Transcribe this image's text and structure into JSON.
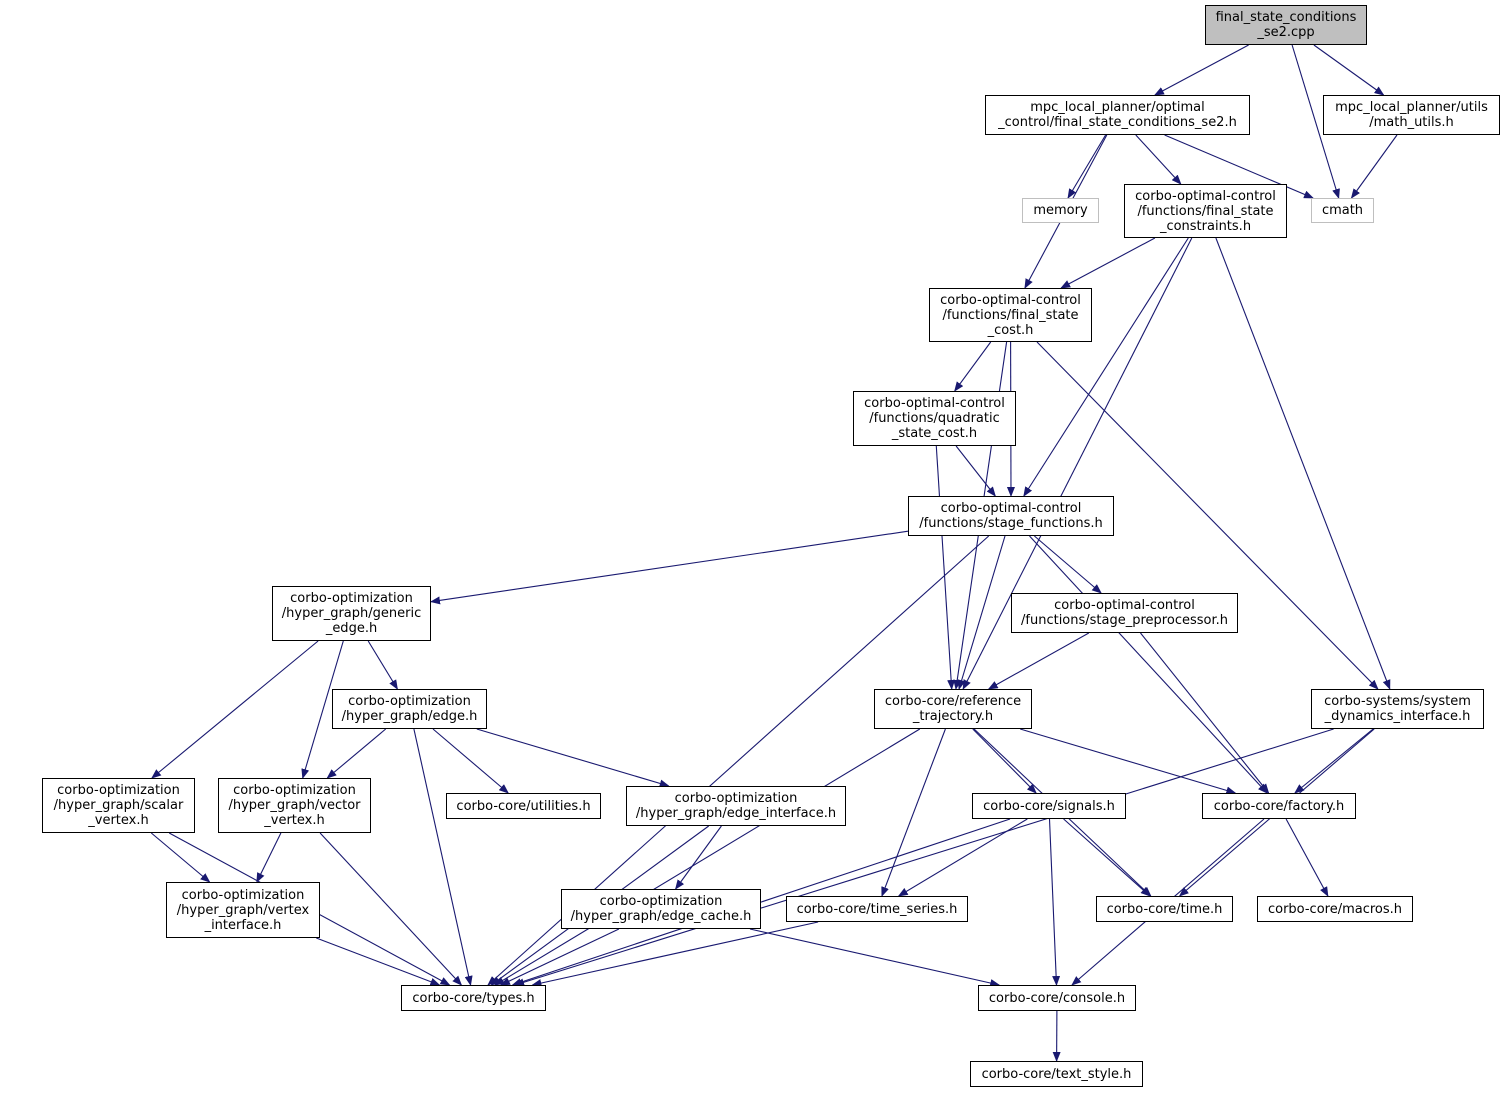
{
  "colors": {
    "edge": "#191970",
    "border": "#000000",
    "root_fill": "#bfbfbf",
    "system_border": "#bfbfbf"
  },
  "nodes": [
    {
      "id": "n_root",
      "type": "root",
      "lines": [
        "final_state_conditions",
        "_se2.cpp"
      ]
    },
    {
      "id": "n_mpc_fsc",
      "type": "file",
      "lines": [
        "mpc_local_planner/optimal",
        "_control/final_state_conditions_se2.h"
      ]
    },
    {
      "id": "n_mpc_math",
      "type": "file",
      "lines": [
        "mpc_local_planner/utils",
        "/math_utils.h"
      ]
    },
    {
      "id": "n_memory",
      "type": "system",
      "lines": [
        "memory"
      ]
    },
    {
      "id": "n_cmath",
      "type": "system",
      "lines": [
        "cmath"
      ]
    },
    {
      "id": "n_fsconstr",
      "type": "file",
      "lines": [
        "corbo-optimal-control",
        "/functions/final_state",
        "_constraints.h"
      ]
    },
    {
      "id": "n_fscost",
      "type": "file",
      "lines": [
        "corbo-optimal-control",
        "/functions/final_state",
        "_cost.h"
      ]
    },
    {
      "id": "n_quad",
      "type": "file",
      "lines": [
        "corbo-optimal-control",
        "/functions/quadratic",
        "_state_cost.h"
      ]
    },
    {
      "id": "n_stagef",
      "type": "file",
      "lines": [
        "corbo-optimal-control",
        "/functions/stage_functions.h"
      ]
    },
    {
      "id": "n_genedge",
      "type": "file",
      "lines": [
        "corbo-optimization",
        "/hyper_graph/generic",
        "_edge.h"
      ]
    },
    {
      "id": "n_stagepre",
      "type": "file",
      "lines": [
        "corbo-optimal-control",
        "/functions/stage_preprocessor.h"
      ]
    },
    {
      "id": "n_edge",
      "type": "file",
      "lines": [
        "corbo-optimization",
        "/hyper_graph/edge.h"
      ]
    },
    {
      "id": "n_reftraj",
      "type": "file",
      "lines": [
        "corbo-core/reference",
        "_trajectory.h"
      ]
    },
    {
      "id": "n_sysdyn",
      "type": "file",
      "lines": [
        "corbo-systems/system",
        "_dynamics_interface.h"
      ]
    },
    {
      "id": "n_scalar",
      "type": "file",
      "lines": [
        "corbo-optimization",
        "/hyper_graph/scalar",
        "_vertex.h"
      ]
    },
    {
      "id": "n_vector",
      "type": "file",
      "lines": [
        "corbo-optimization",
        "/hyper_graph/vector",
        "_vertex.h"
      ]
    },
    {
      "id": "n_util",
      "type": "file",
      "lines": [
        "corbo-core/utilities.h"
      ]
    },
    {
      "id": "n_edgeif",
      "type": "file",
      "lines": [
        "corbo-optimization",
        "/hyper_graph/edge_interface.h"
      ]
    },
    {
      "id": "n_signals",
      "type": "file",
      "lines": [
        "corbo-core/signals.h"
      ]
    },
    {
      "id": "n_factory",
      "type": "file",
      "lines": [
        "corbo-core/factory.h"
      ]
    },
    {
      "id": "n_vertexif",
      "type": "file",
      "lines": [
        "corbo-optimization",
        "/hyper_graph/vertex",
        "_interface.h"
      ]
    },
    {
      "id": "n_edgecache",
      "type": "file",
      "lines": [
        "corbo-optimization",
        "/hyper_graph/edge_cache.h"
      ]
    },
    {
      "id": "n_timeseries",
      "type": "file",
      "lines": [
        "corbo-core/time_series.h"
      ]
    },
    {
      "id": "n_time",
      "type": "file",
      "lines": [
        "corbo-core/time.h"
      ]
    },
    {
      "id": "n_macros",
      "type": "file",
      "lines": [
        "corbo-core/macros.h"
      ]
    },
    {
      "id": "n_types",
      "type": "file",
      "lines": [
        "corbo-core/types.h"
      ]
    },
    {
      "id": "n_console",
      "type": "file",
      "lines": [
        "corbo-core/console.h"
      ]
    },
    {
      "id": "n_textstyle",
      "type": "file",
      "lines": [
        "corbo-core/text_style.h"
      ]
    }
  ],
  "edges": [
    [
      "n_root",
      "n_mpc_fsc"
    ],
    [
      "n_root",
      "n_cmath"
    ],
    [
      "n_root",
      "n_mpc_math"
    ],
    [
      "n_mpc_fsc",
      "n_fscost"
    ],
    [
      "n_mpc_fsc",
      "n_memory"
    ],
    [
      "n_mpc_fsc",
      "n_fsconstr"
    ],
    [
      "n_mpc_fsc",
      "n_cmath"
    ],
    [
      "n_mpc_math",
      "n_cmath"
    ],
    [
      "n_fsconstr",
      "n_fscost"
    ],
    [
      "n_fsconstr",
      "n_stagef"
    ],
    [
      "n_fsconstr",
      "n_reftraj"
    ],
    [
      "n_fsconstr",
      "n_sysdyn"
    ],
    [
      "n_fscost",
      "n_quad"
    ],
    [
      "n_fscost",
      "n_stagef"
    ],
    [
      "n_fscost",
      "n_reftraj"
    ],
    [
      "n_fscost",
      "n_sysdyn"
    ],
    [
      "n_quad",
      "n_stagef"
    ],
    [
      "n_quad",
      "n_reftraj"
    ],
    [
      "n_stagef",
      "n_genedge"
    ],
    [
      "n_stagef",
      "n_stagepre"
    ],
    [
      "n_stagef",
      "n_reftraj"
    ],
    [
      "n_stagef",
      "n_factory"
    ],
    [
      "n_stagef",
      "n_types"
    ],
    [
      "n_genedge",
      "n_edge"
    ],
    [
      "n_genedge",
      "n_scalar"
    ],
    [
      "n_genedge",
      "n_vector"
    ],
    [
      "n_edge",
      "n_vector"
    ],
    [
      "n_edge",
      "n_util"
    ],
    [
      "n_edge",
      "n_edgeif"
    ],
    [
      "n_edge",
      "n_types"
    ],
    [
      "n_stagepre",
      "n_reftraj"
    ],
    [
      "n_stagepre",
      "n_factory"
    ],
    [
      "n_reftraj",
      "n_signals"
    ],
    [
      "n_reftraj",
      "n_timeseries"
    ],
    [
      "n_reftraj",
      "n_time"
    ],
    [
      "n_reftraj",
      "n_factory"
    ],
    [
      "n_reftraj",
      "n_types"
    ],
    [
      "n_sysdyn",
      "n_factory"
    ],
    [
      "n_sysdyn",
      "n_time"
    ],
    [
      "n_sysdyn",
      "n_types"
    ],
    [
      "n_scalar",
      "n_vertexif"
    ],
    [
      "n_scalar",
      "n_types"
    ],
    [
      "n_vector",
      "n_vertexif"
    ],
    [
      "n_vector",
      "n_types"
    ],
    [
      "n_edgeif",
      "n_edgecache"
    ],
    [
      "n_edgeif",
      "n_types"
    ],
    [
      "n_signals",
      "n_timeseries"
    ],
    [
      "n_signals",
      "n_time"
    ],
    [
      "n_signals",
      "n_console"
    ],
    [
      "n_signals",
      "n_types"
    ],
    [
      "n_factory",
      "n_macros"
    ],
    [
      "n_factory",
      "n_console"
    ],
    [
      "n_vertexif",
      "n_types"
    ],
    [
      "n_edgecache",
      "n_types"
    ],
    [
      "n_edgecache",
      "n_console"
    ],
    [
      "n_timeseries",
      "n_types"
    ],
    [
      "n_console",
      "n_textstyle"
    ]
  ]
}
